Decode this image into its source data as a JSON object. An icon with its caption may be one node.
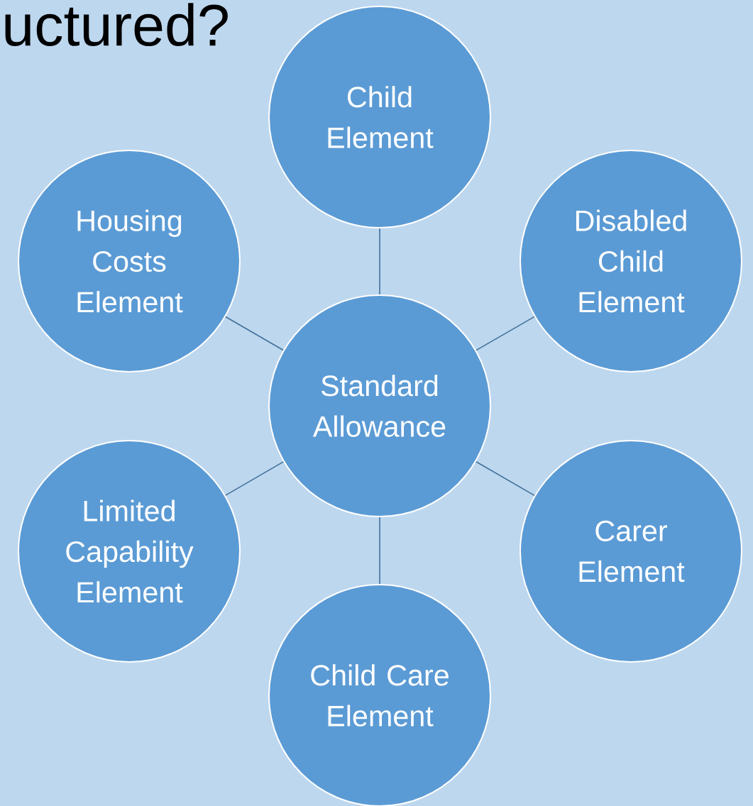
{
  "diagram": {
    "title": "uctured?",
    "nodes": [
      {
        "text": [
          "Standard Allowance"
        ]
      },
      {
        "text": [
          "Child Element"
        ]
      },
      {
        "text": [
          "Housing Costs Element"
        ]
      },
      {
        "text": [
          "Disabled Child Element"
        ]
      },
      {
        "text": [
          "Limited Capability Element"
        ]
      },
      {
        "text": [
          "Carer Element"
        ]
      },
      {
        "text": [
          "Child Care Element"
        ]
      }
    ],
    "edges": [
      {
        "from": 0,
        "to": 1,
        "arrow": "none"
      },
      {
        "from": 0,
        "to": 2,
        "arrow": "none"
      },
      {
        "from": 0,
        "to": 3,
        "arrow": "none"
      },
      {
        "from": 0,
        "to": 4,
        "arrow": "none"
      },
      {
        "from": 0,
        "to": 5,
        "arrow": "none"
      },
      {
        "from": 0,
        "to": 6,
        "arrow": "none"
      }
    ]
  }
}
